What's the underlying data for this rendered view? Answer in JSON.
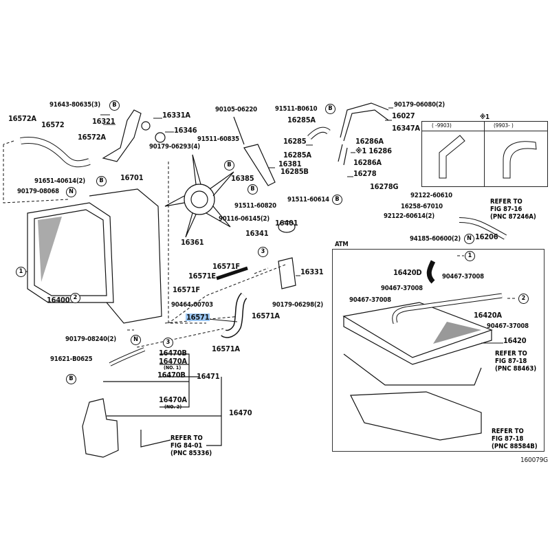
{
  "labels": {
    "p91643_80635": "91643-80635(3)",
    "p16572A_1": "16572A",
    "p16572": "16572",
    "p16321": "16321",
    "p16331A": "16331A",
    "p16346": "16346",
    "p16572A_2": "16572A",
    "p90179_06293": "90179-06293(4)",
    "p90105_06220": "90105-06220",
    "p91511_B0610": "91511-B0610",
    "p16285A_1": "16285A",
    "p91511_60835": "91511-60835",
    "p16285": "16285",
    "p16285A_2": "16285A",
    "p16381": "16381",
    "p16285B": "16285B",
    "p16385": "16385",
    "p91511_60820": "91511-60820",
    "p90179_06080": "90179-06080(2)",
    "p16027": "16027",
    "p16347A": "16347A",
    "p16286A_1": "16286A",
    "p16286": "※1 16286",
    "p16286A_2": "16286A",
    "p16278": "16278",
    "p16278G": "16278G",
    "p91511_60614": "91511-60614",
    "p91651_40614": "91651-40614(2)",
    "p16701": "16701",
    "p90179_08068": "90179-08068",
    "p90116_06145": "90116-06145(2)",
    "p16401": "16401",
    "p16341": "16341",
    "p16361": "16361",
    "p16571F_1": "16571F",
    "p16571E": "16571E",
    "p16331": "16331",
    "p16571F_2": "16571F",
    "p90464_00703": "90464-00703",
    "p90179_06298": "90179-06298(2)",
    "p16571": "16571",
    "p16571A_1": "16571A",
    "p16571A_2": "16571A",
    "p16400": "16400",
    "p90179_08240": "90179-08240(2)",
    "p16470B_1": "16470B",
    "p16470A_1": "16470A",
    "p16470A_1_note": "(NO. 1)",
    "p91621_B0625": "91621-B0625",
    "p16470B_2": "16470B",
    "p16471": "16471",
    "p16470A_2": "16470A",
    "p16470A_2_note": "(NO. 2)",
    "p16470": "16470",
    "p92122_60610": "92122-60610",
    "p16258_67010": "16258-67010",
    "p92122_60614": "92122-60614(2)",
    "p94185_60600": "94185-60600(2)",
    "p16206": "16206",
    "p16420D": "16420D",
    "p90467_37008_1": "90467-37008",
    "p90467_37008_2": "90467-37008",
    "p90467_37008_3": "90467-37008",
    "p16420A": "16420A",
    "p90467_37008_4": "90467-37008",
    "p16420": "16420"
  },
  "refs": {
    "fig84": [
      "REFER TO",
      "FIG 84-01",
      "(PNC 85336)"
    ],
    "fig8716": [
      "REFER TO",
      "FIG 87-16",
      "(PNC 87246A)"
    ],
    "fig8718a": [
      "REFER TO",
      "FIG 87-18",
      "(PNC 88463)"
    ],
    "fig8718b": [
      "REFER TO",
      "FIG 87-18",
      "(PNC 88584B)"
    ]
  },
  "markers": {
    "B": "B",
    "N": "N",
    "one": "1",
    "two": "2",
    "three": "3"
  },
  "note_table": {
    "title": "※1",
    "col1": "(      -9903)",
    "col2": "(9903-      )"
  },
  "atm_label": "ATM",
  "figure_id": "160079G"
}
